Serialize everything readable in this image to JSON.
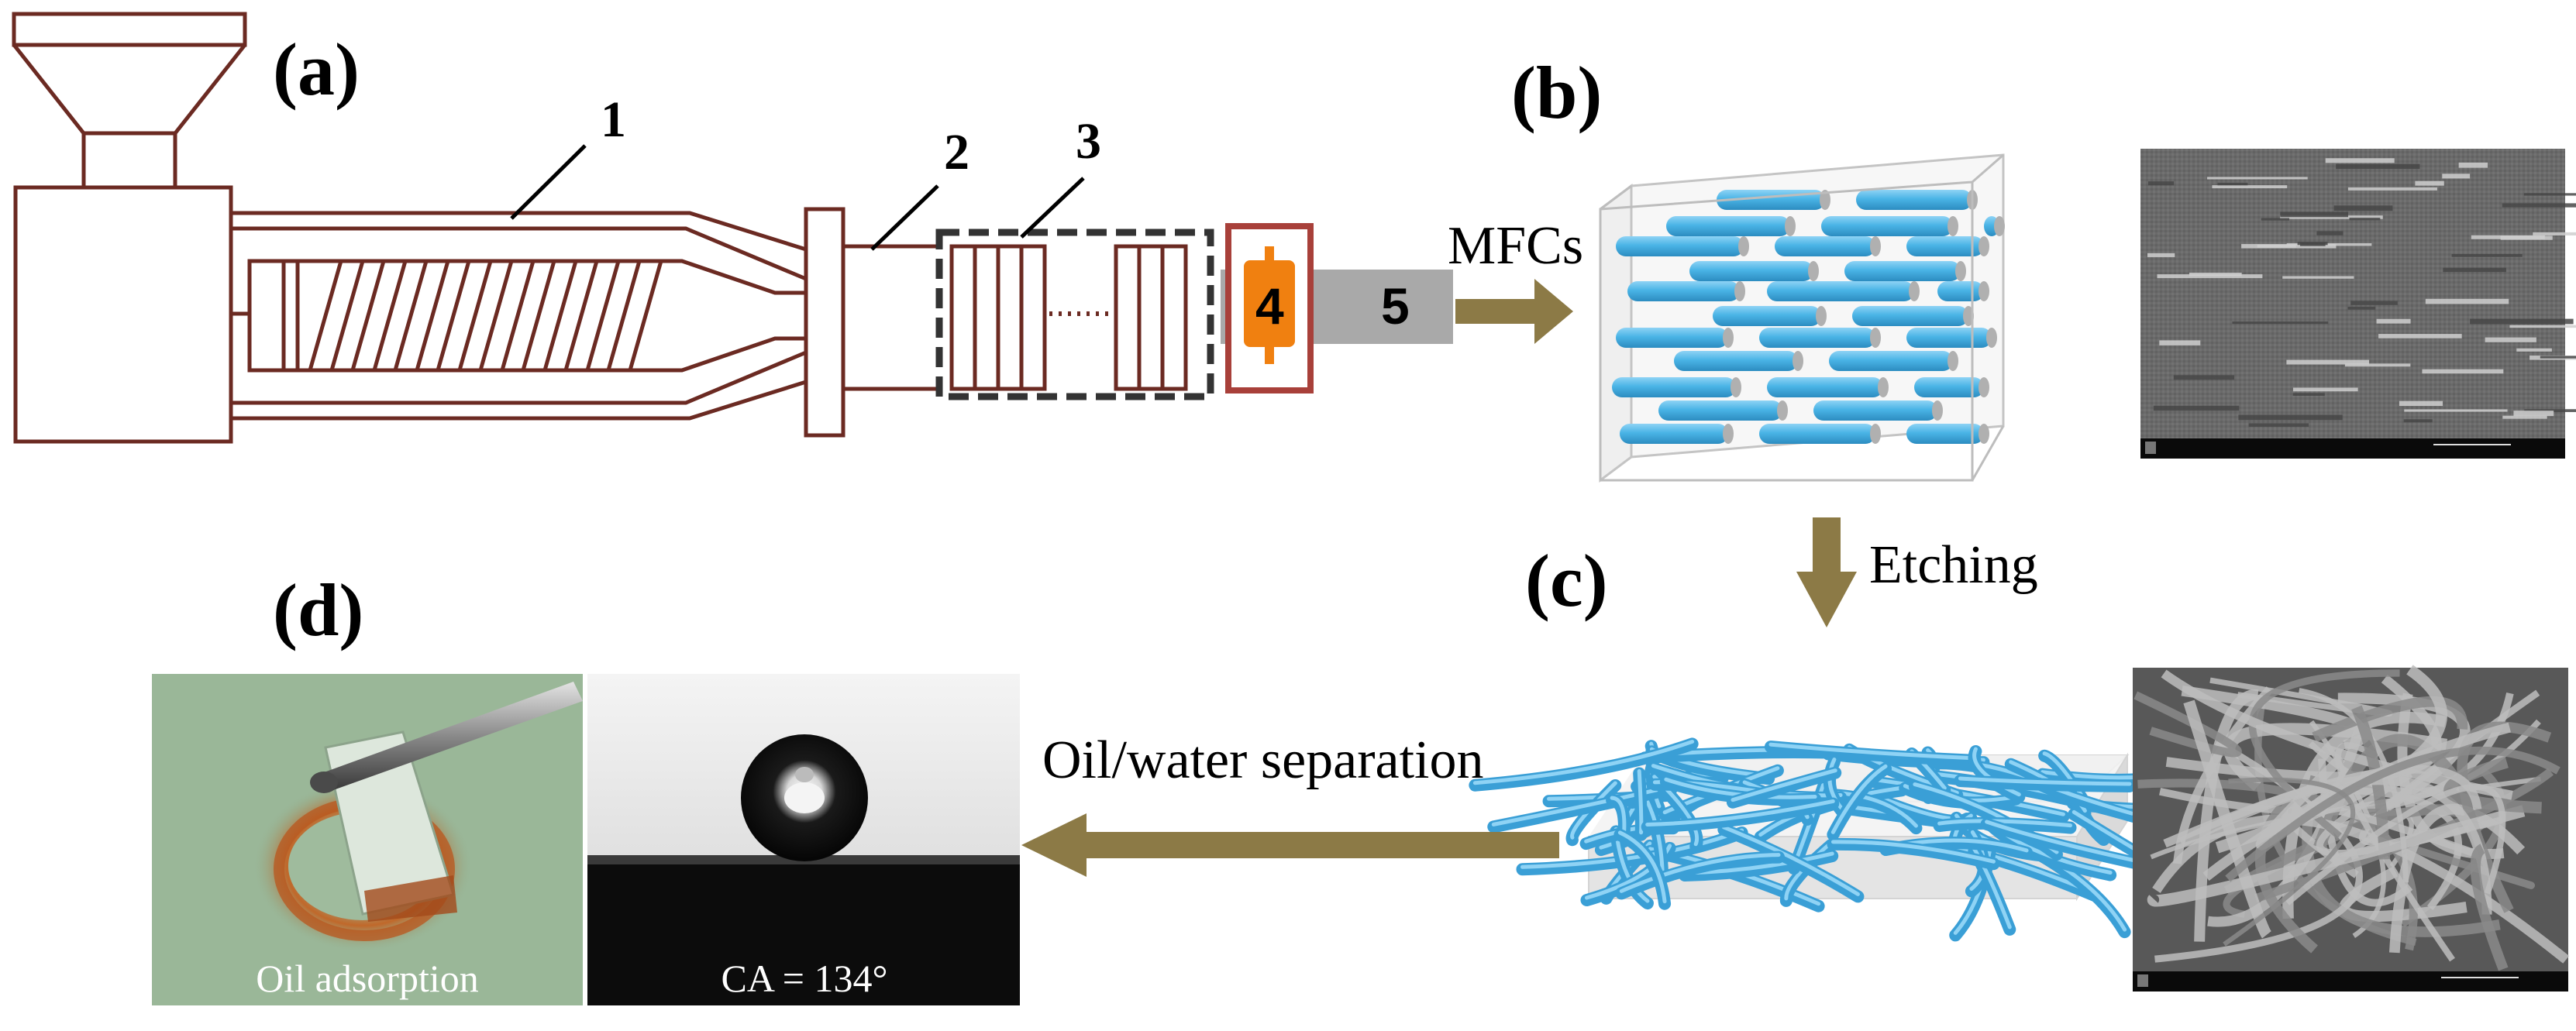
{
  "panels": {
    "a": "(a)",
    "b": "(b)",
    "c": "(c)",
    "d": "(d)"
  },
  "components": {
    "c1": "1",
    "c2": "2",
    "c3": "3",
    "c4": "4",
    "c5": "5"
  },
  "flow": {
    "mfcs": "MFCs",
    "etching": "Etching",
    "separation": "Oil/water separation"
  },
  "photos": {
    "oil_caption": "Oil adsorption",
    "ca_caption": "CA = 134°"
  },
  "colors": {
    "extruder_line": "#6b2a22",
    "fiber": "#4ab4e6",
    "arrow": "#8c7a46",
    "die": "#f08010",
    "die_frame": "#a8403a",
    "nozzle": "#a9a9a9"
  }
}
